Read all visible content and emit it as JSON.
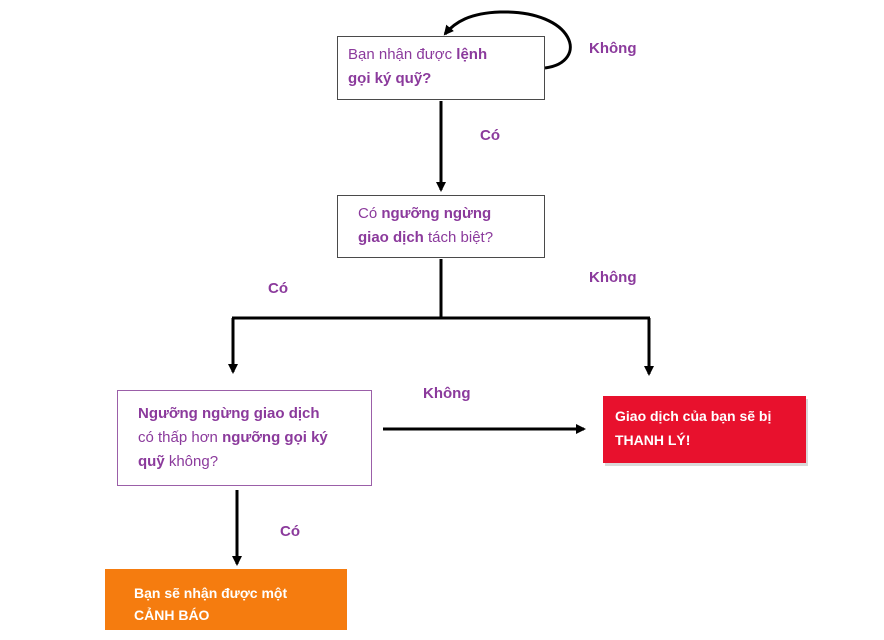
{
  "nodes": {
    "margin_call_question": {
      "line1_plain": "Bạn nhận được ",
      "line1_bold": "lệnh",
      "line2_bold": "gọi ký quỹ?"
    },
    "stop_out_question": {
      "line1_plain": "Có ",
      "line1_bold": "ngưỡng ngừng",
      "line2_bold": "giao dịch",
      "line2_plain": " tách biệt?"
    },
    "lower_question": {
      "line1_bold": "Ngưỡng ngừng giao dịch",
      "line2_plain": "có thấp hơn ",
      "line2_bold": "ngưỡng gọi ký",
      "line3_bold": "quỹ",
      "line3_plain": " không?"
    },
    "liquidation": {
      "line1": "Giao dịch của bạn sẽ bị",
      "line2": "THANH LÝ!"
    },
    "warning": {
      "line1": "Bạn sẽ nhận được một",
      "line2": "CẢNH BÁO"
    }
  },
  "labels": {
    "khong_1": "Không",
    "co_1": "Có",
    "co_2": "Có",
    "khong_2": "Không",
    "khong_3": "Không",
    "co_3": "Có"
  },
  "colors": {
    "text_purple": "#8b3a9c",
    "arrow": "#000000",
    "liquidation_fill": "#e8112d",
    "warning_fill": "#f57c0f"
  }
}
